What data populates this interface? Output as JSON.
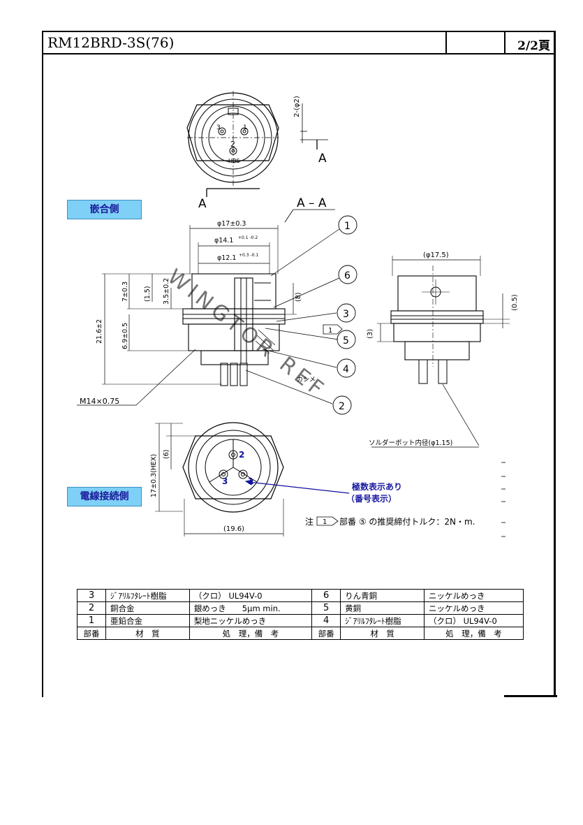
{
  "header": {
    "title": "RM12BRD-3S(76)",
    "page": "2/2頁"
  },
  "labels": {
    "mating_side": "嵌合側",
    "wire_side": "電線接続側"
  },
  "section_label": "A – A",
  "section_marks": {
    "a1": "A",
    "a2": "A"
  },
  "dims": {
    "d_outer": "φ17±0.3",
    "d_mid": "φ14.1",
    "d_mid_tol": "+0.1 -0.2",
    "d_inner": "φ12.1",
    "d_inner_tol": "+0.3 -0.1",
    "h_7": "7±0.3",
    "h_15": "(1.5)",
    "h_35": "3.5±0.2",
    "h_8": "(8)",
    "h_216": "21.6±2",
    "h_69": "6.9±0.5",
    "thread": "M14×0.75",
    "caulk": "カシメ",
    "d_175": "(φ17.5)",
    "h_05": "(0.5)",
    "h_3": "(3)",
    "solder": "ソルダーポット内径(φ1.15)",
    "hex": "17±0.3(HEX)",
    "h_6": "(6)",
    "w_196": "(19.6)",
    "pin_d": "2-(φ2)"
  },
  "callouts": [
    "1",
    "6",
    "3",
    "5",
    "4",
    "2"
  ],
  "pin_labels": {
    "top": [
      "3",
      "1"
    ],
    "bottom": "2",
    "bottom_sub": "HBS"
  },
  "wire_pins": [
    "2",
    "1",
    "3"
  ],
  "polarity_note": {
    "line1": "極数表示あり",
    "line2": "（番号表示）"
  },
  "note": {
    "prefix": "注",
    "flag": "1",
    "text": "部番 ⑤ の推奨締付トルク：2N・m."
  },
  "watermark": "WINGTOR REF",
  "parts_table": {
    "rows": [
      {
        "n1": "3",
        "m1": "ｼﾞｱﾘﾙﾌﾀﾚｰﾄ樹脂",
        "t1": "（クロ） UL94V-0",
        "n2": "6",
        "m2": "りん青銅",
        "t2": "ニッケルめっき"
      },
      {
        "n1": "2",
        "m1": "銅合金",
        "t1": "銀めっき　　5μm min.",
        "n2": "5",
        "m2": "黄銅",
        "t2": "ニッケルめっき"
      },
      {
        "n1": "1",
        "m1": "亜鉛合金",
        "t1": "梨地ニッケルめっき",
        "n2": "4",
        "m2": "ｼﾞｱﾘﾙﾌﾀﾚｰﾄ樹脂",
        "t2": "（クロ） UL94V-0"
      }
    ],
    "header": {
      "n": "部番",
      "m": "材　質",
      "t": "処　理，備　考"
    }
  }
}
